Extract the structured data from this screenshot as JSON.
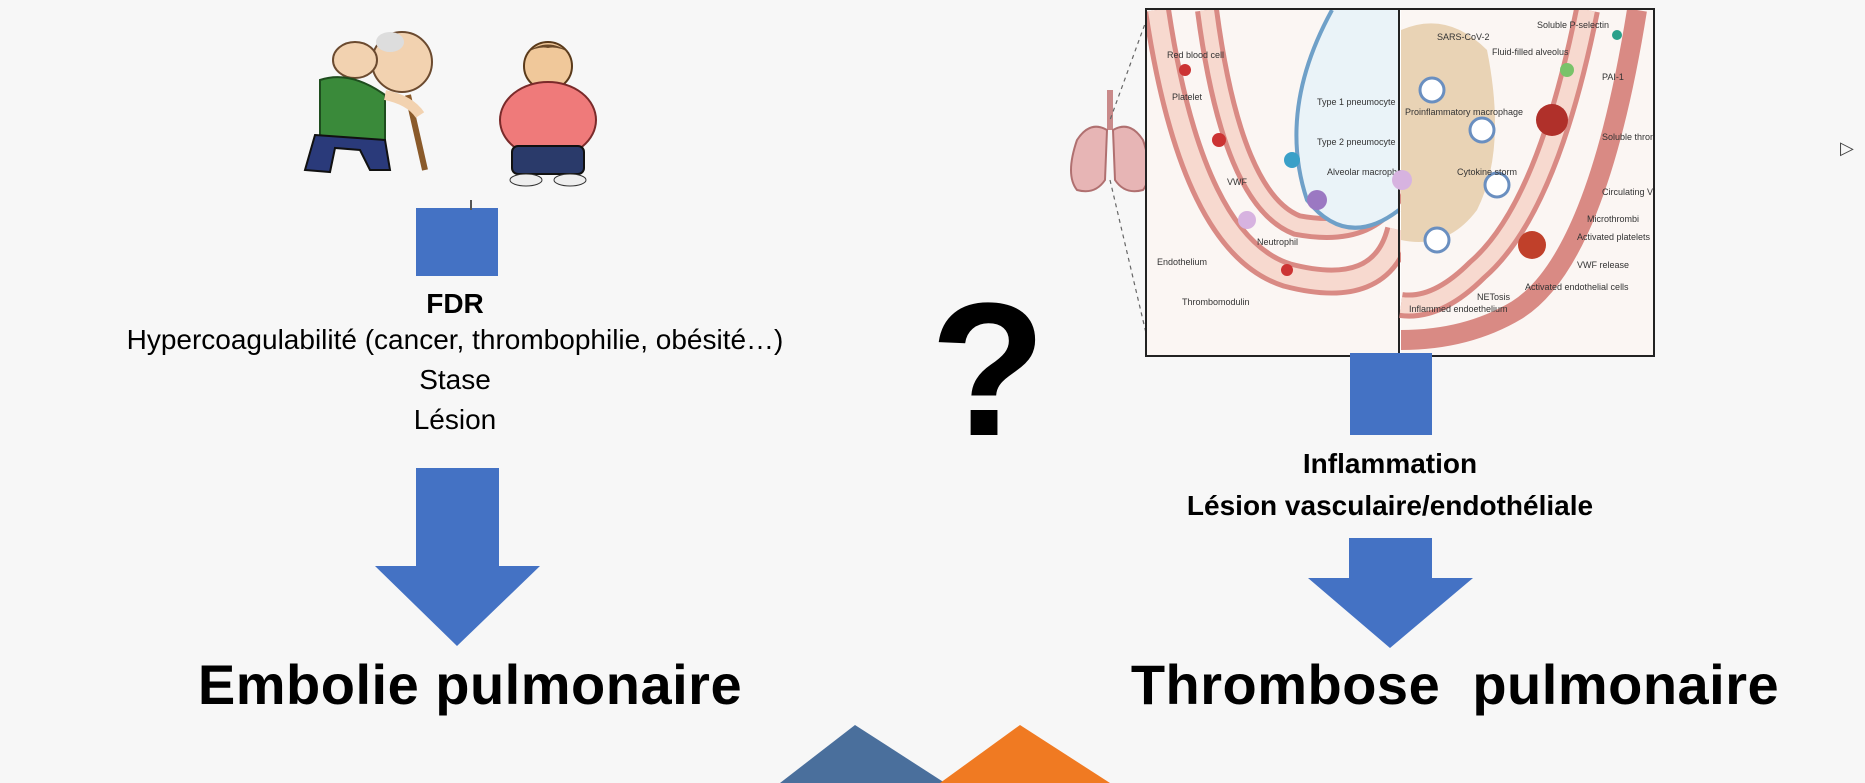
{
  "left": {
    "fdr_title": "FDR",
    "factors": [
      "Hypercoagulabilité (cancer, thrombophilie, obésité…)",
      "Stase",
      "Lésion"
    ],
    "result": "Embolie pulmonaire"
  },
  "middle": {
    "question": "?"
  },
  "right": {
    "subtitle_line1": "Inflammation",
    "subtitle_line2": "Lésion vasculaire/endothéliale",
    "result": "Thrombose  pulmonaire",
    "diagram_labels": {
      "red_blood_cell": "Red blood cell",
      "platelet": "Platelet",
      "type1": "Type 1 pneumocyte",
      "type2": "Type 2 pneumocyte",
      "alveolar_macrophage": "Alveolar macrophage",
      "vwf": "VWF",
      "neutrophil": "Neutrophil",
      "endothelium": "Endothelium",
      "thrombomodulin": "Thrombomodulin",
      "soluble_p_selectin": "Soluble P-selectin",
      "sars": "SARS-CoV-2",
      "fluid_filled": "Fluid-filled alveolus",
      "pai1": "PAI-1",
      "proinflammatory": "Proinflammatory macrophage",
      "soluble_thrombo": "Soluble thrombo-modulin",
      "cytokine": "Cytokine storm",
      "circulating_vwf": "Circulating VWF",
      "microthrombi": "Microthrombi",
      "activated_platelets": "Activated platelets",
      "vwf_release": "VWF release",
      "activated_endo": "Activated endothelial cells",
      "netosis": "NETosis",
      "inflamed_endo": "Inflammed endoethelium"
    }
  },
  "colors": {
    "arrow": "#4472c4",
    "vessel_wall": "#d98a84",
    "vessel_inner": "#f7d9cf",
    "alveolus": "#e9d3b5",
    "orange_tile": "#f07a22",
    "blue_tile": "#4a6f9c"
  },
  "icons": [
    "elderly-man-with-cane-icon",
    "overweight-person-icon",
    "lungs-icon",
    "cursor-icon"
  ]
}
